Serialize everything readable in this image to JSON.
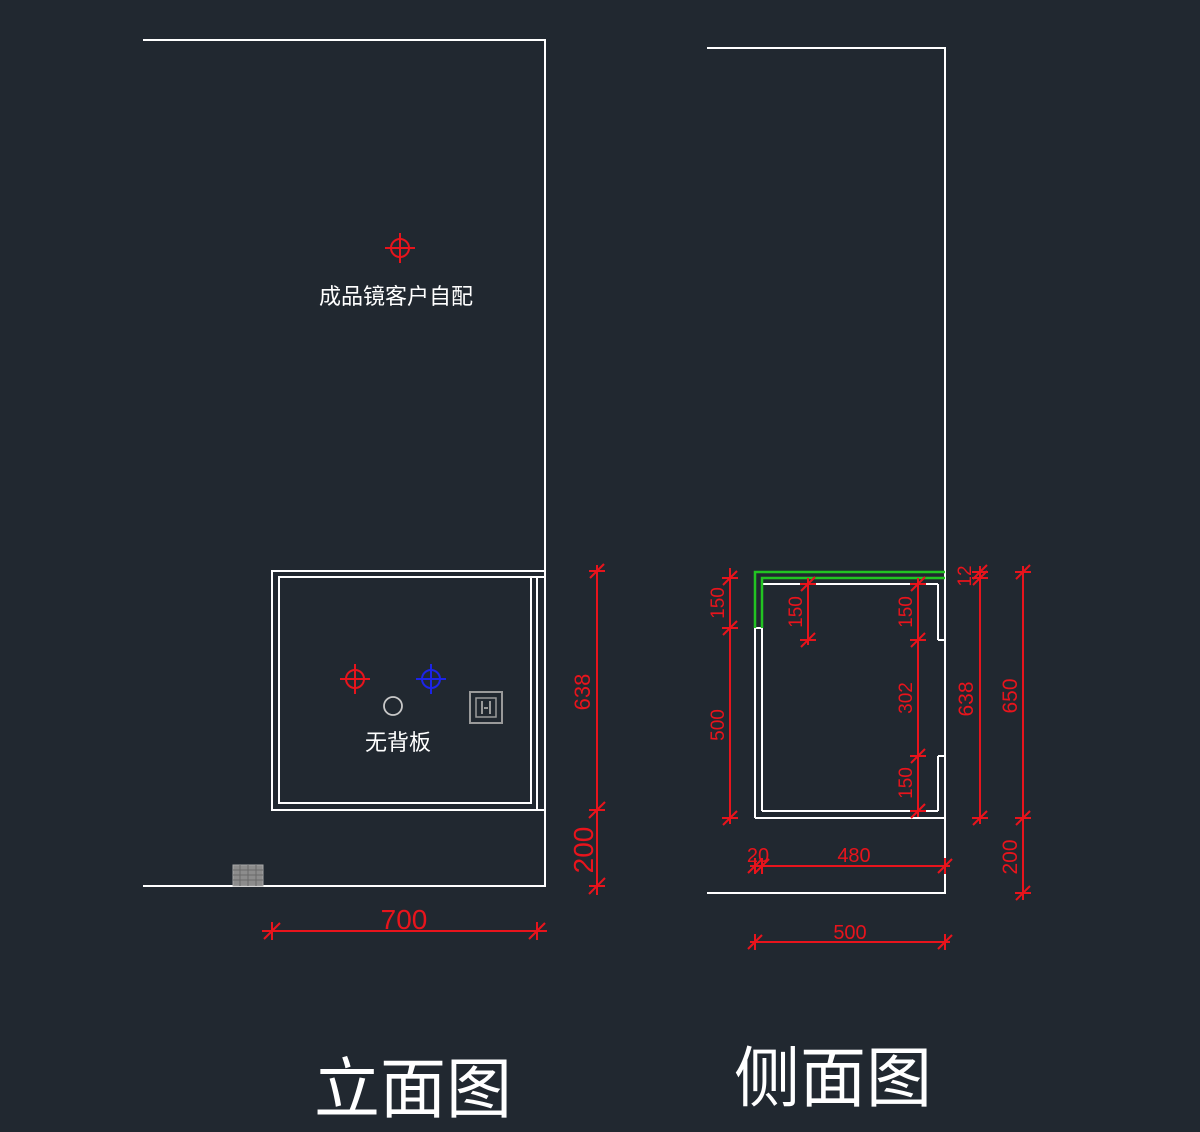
{
  "colors": {
    "background": "#212830",
    "outline": "#ffffff",
    "dimension": "#e8141c",
    "marker_red": "#e8141c",
    "marker_blue": "#1c24e8",
    "top_edge": "#22c422",
    "gray_box": "#8c8c8c"
  },
  "elevation": {
    "title": "立面图",
    "mirror_note": "成品镜客户自配",
    "cabinet_note": "无背板",
    "dims": {
      "width": "700",
      "cabinet_height": "638",
      "leg_height": "200"
    }
  },
  "side": {
    "title": "侧面图",
    "dims": {
      "top_panel": "12",
      "upper_left": "150",
      "lower_left": "500",
      "inner_left": "150",
      "inner_right_top": "150",
      "inner_right_mid": "302",
      "inner_right_bottom": "150",
      "cabinet_height": "638",
      "overall_height": "650",
      "leg_height": "200",
      "panel_depth": "20",
      "inner_depth": "480",
      "total_depth": "500"
    }
  }
}
